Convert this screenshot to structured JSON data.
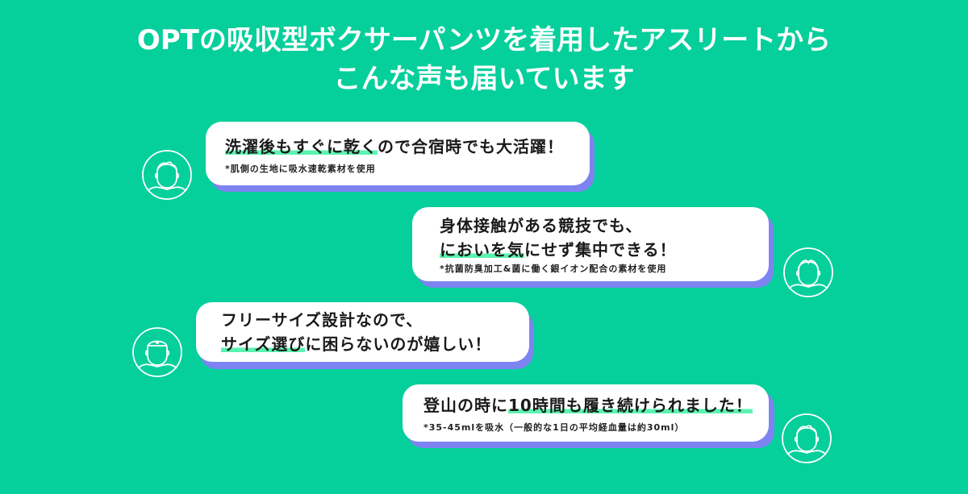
{
  "headline": {
    "line1": "OPTの吸収型ボクサーパンツを着用したアスリートから",
    "line2": "こんな声も届いています"
  },
  "colors": {
    "background": "#05CF9B",
    "bubble": "#FFFFFF",
    "bubble_shadow": "#7E83F2",
    "highlight": "#5BF3B0",
    "text": "#1A1A1A"
  },
  "testimonials": [
    {
      "avatar": "person-avatar-icon",
      "side": "left",
      "lines": [
        {
          "highlight": "洗濯後もすぐに乾く",
          "rest": "ので合宿時でも大活躍！"
        }
      ],
      "note": "*肌側の生地に吸水速乾素材を使用"
    },
    {
      "avatar": "person-avatar-icon",
      "side": "right",
      "lines": [
        {
          "highlight": "",
          "rest": "身体接触がある競技でも、"
        },
        {
          "highlight": "においを気",
          "rest": "にせず集中できる！"
        }
      ],
      "note": "*抗菌防臭加工&菌に働く銀イオン配合の素材を使用"
    },
    {
      "avatar": "person-with-headlamp-avatar-icon",
      "side": "left",
      "lines": [
        {
          "highlight": "",
          "rest": "フリーサイズ設計なので、"
        },
        {
          "highlight": "サイズ選び",
          "rest": "に困らないのが嬉しい！"
        }
      ],
      "note": ""
    },
    {
      "avatar": "person-avatar-icon",
      "side": "right",
      "lines": [
        {
          "prefix": "登山の時に",
          "highlight": "10時間も履き続けられました！"
        }
      ],
      "note": "*35-45mlを吸水（一般的な1日の平均経血量は約30ml）"
    }
  ]
}
